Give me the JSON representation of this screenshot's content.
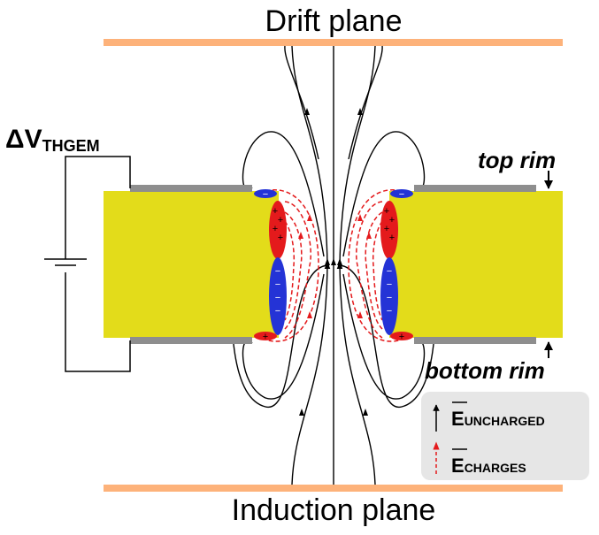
{
  "labels": {
    "drift_plane": "Drift plane",
    "induction_plane": "Induction plane",
    "voltage_main": "ΔV",
    "voltage_sub": "THGEM",
    "top_rim": "top rim",
    "bottom_rim": "bottom rim"
  },
  "legend": {
    "uncharged_main": "E",
    "uncharged_sub": "UNCHARGED",
    "charges_main": "E",
    "charges_sub": "CHARGES"
  },
  "charge_signs": {
    "positive": "+",
    "negative": "−"
  },
  "colors": {
    "electrode_plane": "#fdb27a",
    "substrate": "#e3dc1a",
    "rim": "#8e8e8e",
    "positive_charge": "#e41a1c",
    "negative_charge": "#2433d6",
    "field_uncharged": "#000000",
    "field_charges": "#e41a1c",
    "legend_bg": "#e6e6e6"
  }
}
